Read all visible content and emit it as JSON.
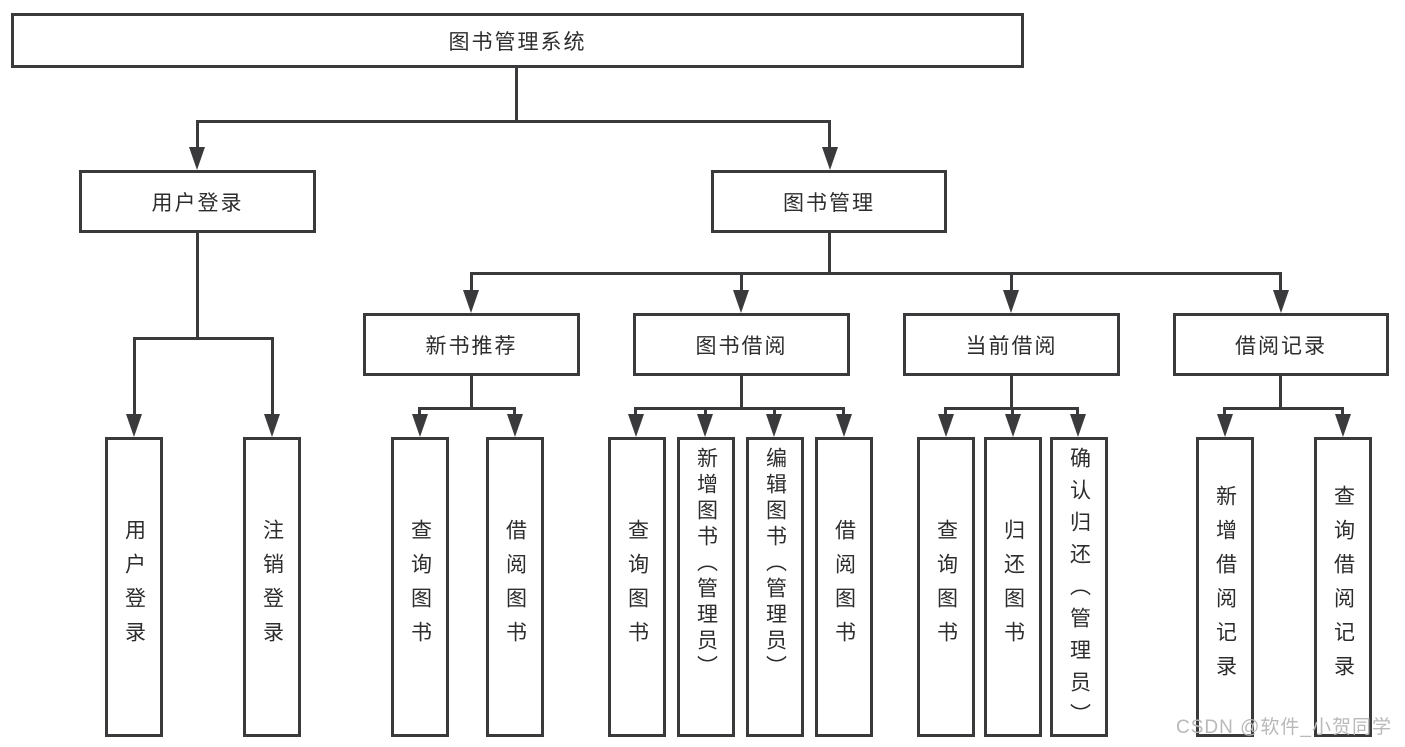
{
  "diagram": {
    "type": "hierarchy-flowchart",
    "colors": {
      "line": "#3a3a3c",
      "text": "#2d2d2d",
      "background": "#ffffff",
      "watermark": "#b9b9b9"
    },
    "watermark": "CSDN @软件_小贺同学"
  },
  "tree": {
    "label": "图书管理系统",
    "children": [
      {
        "label": "用户登录",
        "children": [
          {
            "label": "用户登录"
          },
          {
            "label": "注销登录"
          }
        ]
      },
      {
        "label": "图书管理",
        "children": [
          {
            "label": "新书推荐",
            "children": [
              {
                "label": "查询图书"
              },
              {
                "label": "借阅图书"
              }
            ]
          },
          {
            "label": "图书借阅",
            "children": [
              {
                "label": "查询图书"
              },
              {
                "label": "新增图书（管理员）"
              },
              {
                "label": "编辑图书（管理员）"
              },
              {
                "label": "借阅图书"
              }
            ]
          },
          {
            "label": "当前借阅",
            "children": [
              {
                "label": "查询图书"
              },
              {
                "label": "归还图书"
              },
              {
                "label": "确认归还（管理员）"
              }
            ]
          },
          {
            "label": "借阅记录",
            "children": [
              {
                "label": "新增借阅记录"
              },
              {
                "label": "查询借阅记录"
              }
            ]
          }
        ]
      }
    ]
  }
}
